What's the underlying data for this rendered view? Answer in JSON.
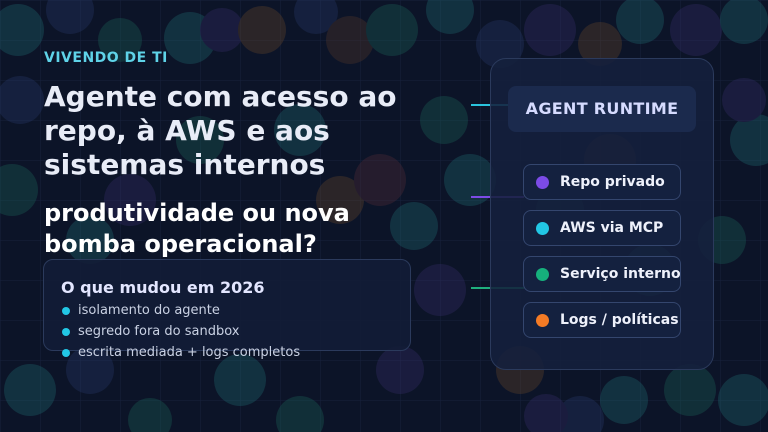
{
  "eyebrow": "VIVENDO DE TI",
  "title": "Agente com acesso ao repo, à AWS e aos sistemas internos",
  "subtitle": "produtividade ou nova bomba operacional?",
  "changes": {
    "title": "O que mudou em 2026",
    "items": [
      "isolamento do agente",
      "segredo fora do sandbox",
      "escrita mediada + logs completos"
    ],
    "bullet_color": "#22c7e5"
  },
  "runtime": {
    "label": "AGENT RUNTIME",
    "chips": [
      {
        "label": "Repo privado",
        "color": "#7c4be6"
      },
      {
        "label": "AWS via MCP",
        "color": "#22c7e5"
      },
      {
        "label": "Serviço interno",
        "color": "#16b07c"
      },
      {
        "label": "Logs / políticas",
        "color": "#f47b25"
      }
    ]
  },
  "colors": {
    "background": "#0c1428",
    "accent": "#5fd3e8"
  }
}
